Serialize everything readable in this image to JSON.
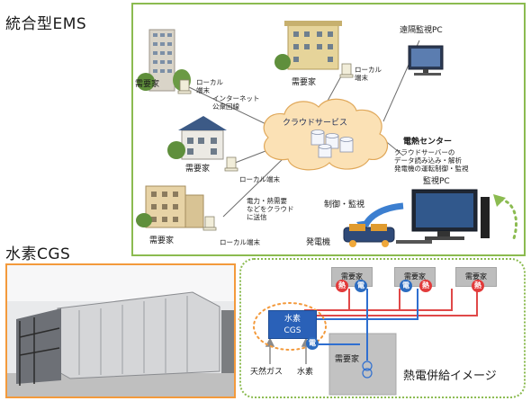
{
  "ems": {
    "title": "統合型EMS",
    "consumer_label": "需要家",
    "local_terminal": "ローカル端末",
    "local_terminal_top_left": "ローカル\n端末",
    "local_terminal_top_right": "ローカル\n端末",
    "internet": "インターネット\n公衆回線",
    "cloud": "クラウドサービス",
    "remote_pc": "遠隔監視PC",
    "center_title": "電熱センター",
    "center_desc": "クラウドサーバーの\nデータ読み込み・解析\n発電機の運転制御・監視",
    "monitor_pc": "監視PC",
    "send_note": "電力・熱需要\nなどをクラウド\nに送信",
    "control": "制御・監視",
    "generator": "発電機"
  },
  "cgs": {
    "title": "水素CGS"
  },
  "chp": {
    "consumers_top": [
      "需要家",
      "需要家",
      "需要家"
    ],
    "heat_glyph": "熱",
    "elec_glyph": "電",
    "cgs_box": "水素\nCGS",
    "natural_gas": "天然ガス",
    "hydrogen": "水素",
    "consumer_bottom": "需要家",
    "caption": "熱電併給イメージ"
  },
  "colors": {
    "frame_green": "#8bbb50",
    "frame_orange": "#f39a3c",
    "heat_red": "#e23b3b",
    "elec_blue": "#2c6cc0",
    "pipe_red": "#e04848",
    "pipe_blue": "#2f6fd0",
    "cloud_fill": "#fbe1b5"
  }
}
